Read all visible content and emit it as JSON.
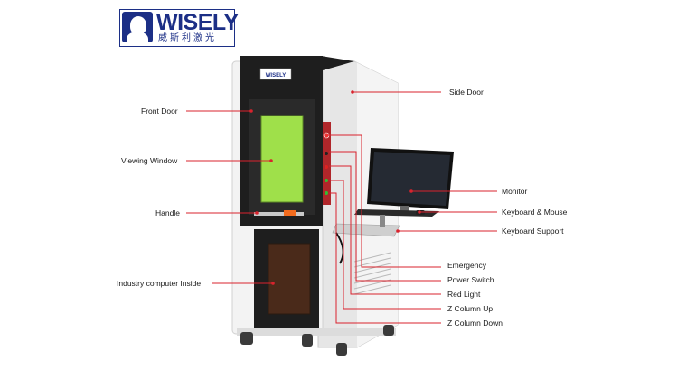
{
  "brand": {
    "name": "WISELY",
    "subtitle": "威斯利激光",
    "badge": "WISELY"
  },
  "labels": {
    "front_door": "Front Door",
    "viewing_window": "Viewing Window",
    "handle": "Handle",
    "industry_computer": "Industry computer Inside",
    "side_door": "Side Door",
    "monitor": "Monitor",
    "keyboard_mouse": "Keyboard & Mouse",
    "keyboard_support": "Keyboard Support",
    "emergency": "Emergency",
    "power_switch": "Power Switch",
    "red_light": "Red Light",
    "z_column_up": "Z Column Up",
    "z_column_down": "Z Column Down"
  },
  "colors": {
    "brand_blue": "#1c2f86",
    "callout_red": "#d9232d",
    "window_green": "#9fe04a",
    "cabinet_white": "#f2f2f2",
    "cabinet_black": "#1e1e1e"
  }
}
